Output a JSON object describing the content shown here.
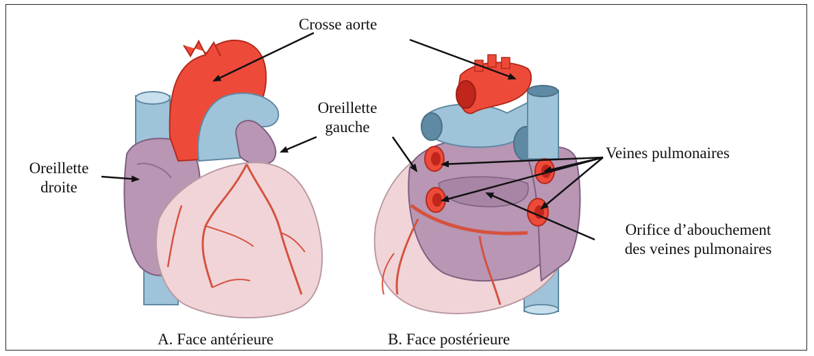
{
  "labels": {
    "crosse_aorte": "Crosse aorte",
    "oreillette_gauche_l1": "Oreillette",
    "oreillette_gauche_l2": "gauche",
    "oreillette_droite_l1": "Oreillette",
    "oreillette_droite_l2": "droite",
    "veines_pulmonaires": "Veines pulmonaires",
    "orifice_l1": "Orifice d’abouchement",
    "orifice_l2": "des veines pulmonaires"
  },
  "captions": {
    "a": "A. Face antérieure",
    "b": "B. Face postérieure"
  },
  "colors": {
    "aorta": "#ee4a3a",
    "vein_blue": "#9fc3d8",
    "atrium_purple": "#b896b4",
    "ventricle_pink": "#f1d4d8",
    "coronary": "#d5523e"
  }
}
